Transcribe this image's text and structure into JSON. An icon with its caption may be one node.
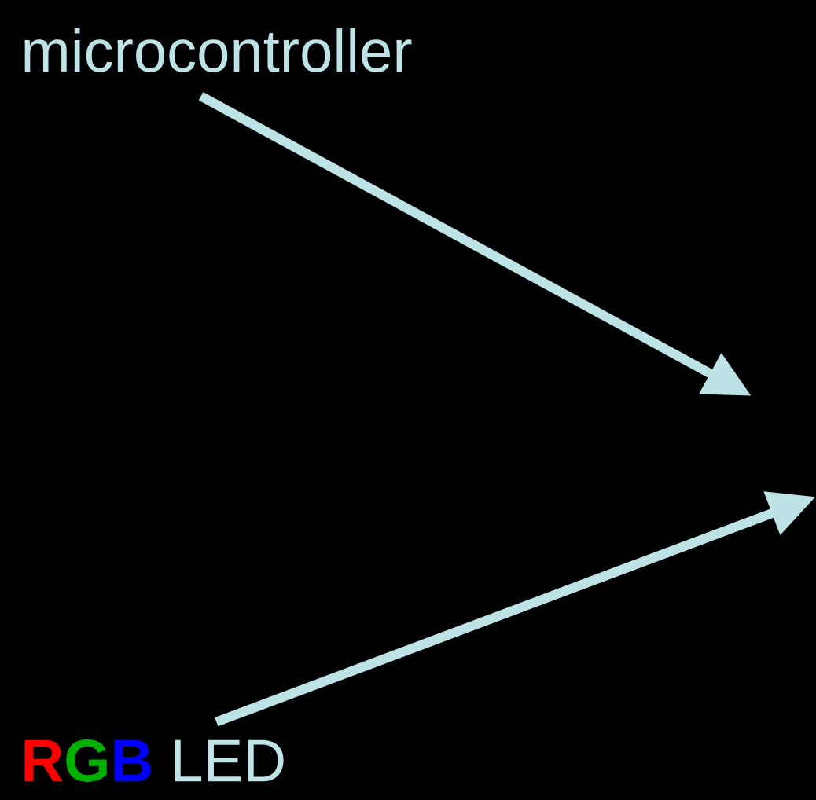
{
  "diagram": {
    "nodes": [
      {
        "text": [
          "microcontroller"
        ]
      },
      {
        "text": [
          "R",
          "G",
          "B",
          "LED"
        ]
      }
    ],
    "edges": [
      {
        "from": 0,
        "to": null,
        "arrow": "to"
      },
      {
        "from": 1,
        "to": null,
        "arrow": "to"
      }
    ]
  }
}
